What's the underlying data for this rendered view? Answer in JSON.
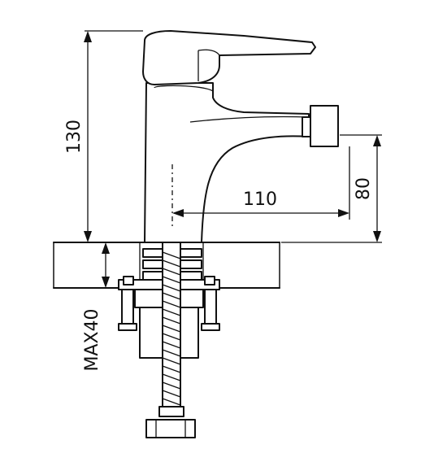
{
  "dimensions": {
    "height_label": "130",
    "reach_label": "110",
    "spout_height_label": "80",
    "max_thickness_label": "MAX40"
  },
  "colors": {
    "line": "#111111",
    "background": "#ffffff"
  }
}
